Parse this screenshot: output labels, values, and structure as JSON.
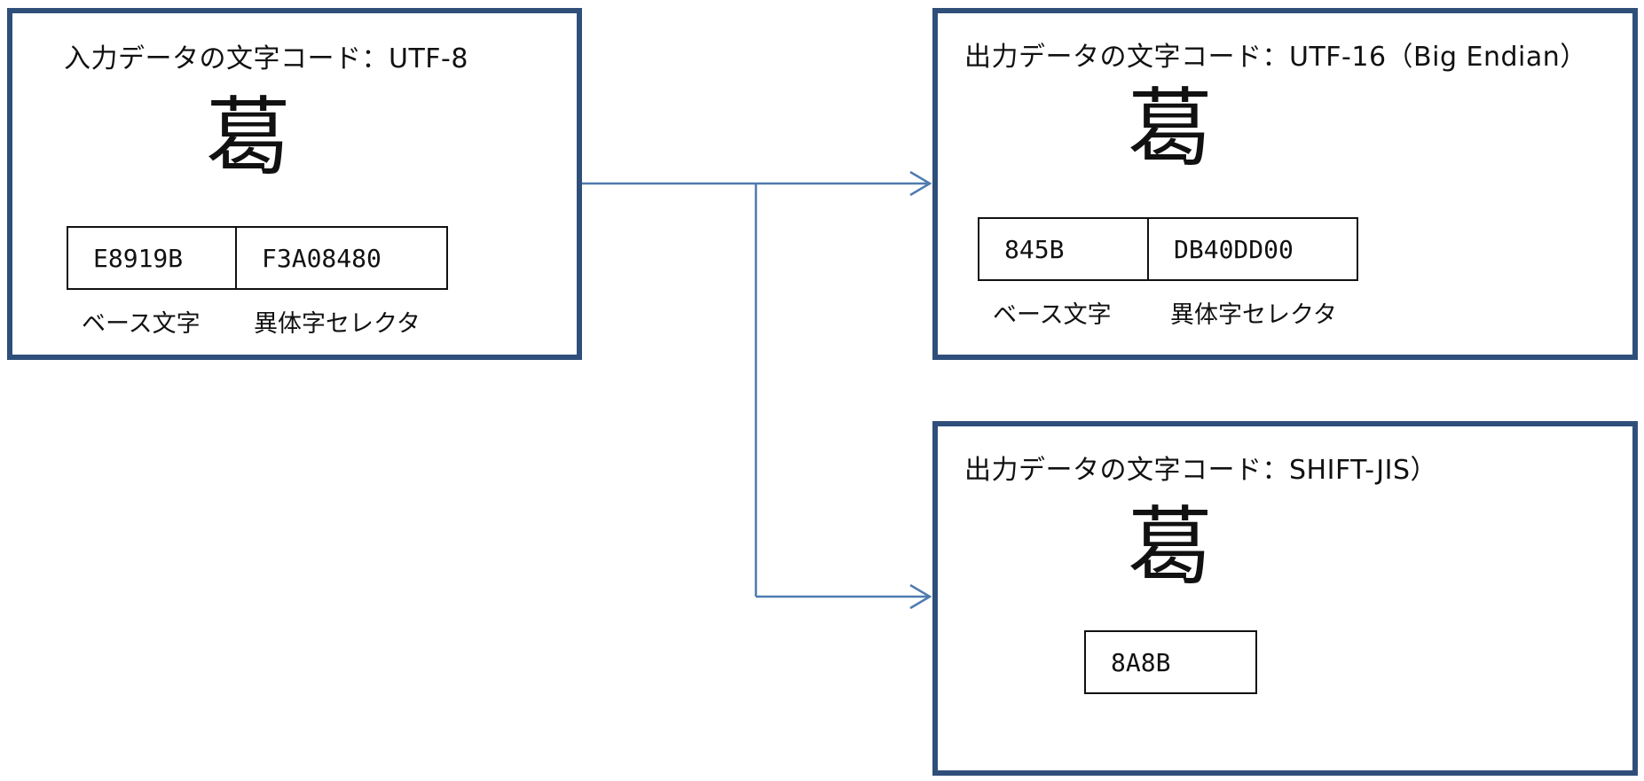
{
  "input_panel": {
    "title": "入力データの文字コード：UTF-8",
    "glyph": "葛",
    "base_code": "E8919B",
    "vs_code": "F3A08480",
    "base_caption": "ベース文字",
    "vs_caption": "異体字セレクタ"
  },
  "utf16_panel": {
    "title": "出力データの文字コード：UTF-16（Big Endian）",
    "glyph": "葛",
    "base_code": "845B",
    "vs_code": "DB40DD00",
    "base_caption": "ベース文字",
    "vs_caption": "異体字セレクタ"
  },
  "sjis_panel": {
    "title": "出力データの文字コード：SHIFT-JIS）",
    "glyph": "葛",
    "base_code": "8A8B"
  },
  "colors": {
    "panel_border": "#2f4f7a",
    "connector": "#4f7bb0"
  }
}
